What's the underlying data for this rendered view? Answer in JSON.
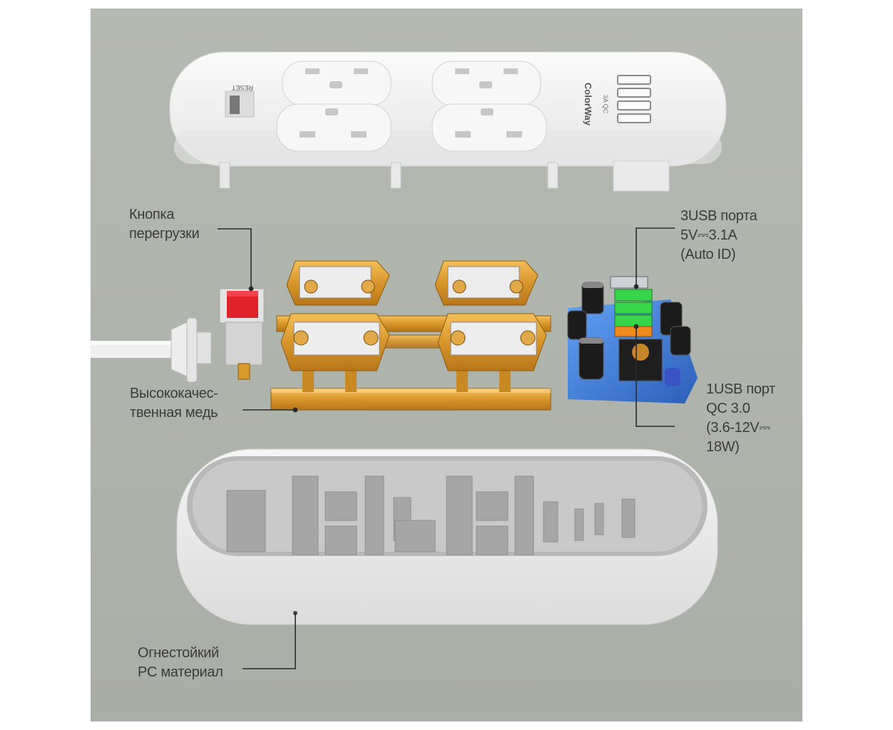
{
  "brand": {
    "logo_text": "ColorWay"
  },
  "top_cover": {
    "reset_label": "RESET",
    "usb_marks": "3A QC"
  },
  "labels": {
    "reset_button": [
      "Кнопка",
      "перегрузки"
    ],
    "copper": [
      "Высококачес-",
      "твенная медь"
    ],
    "usb_3a": [
      "3USB порта",
      "5V⎓3.1A",
      "(Auto ID)"
    ],
    "usb_qc": [
      "1USB порт",
      "QC 3.0",
      "(3.6-12V⎓",
      "18W)"
    ],
    "material": [
      "Огнестойкий",
      "PC материал"
    ]
  },
  "colors": {
    "background": "#aeb3ab",
    "plastic": "#f2f2f2",
    "copper": "#d99a2b",
    "pcb": "#2d6fd1",
    "switch_red": "#e0222b",
    "usb_green": "#37d64a",
    "usb_orange": "#f08a1c",
    "leader_line": "#2a2a2a"
  }
}
